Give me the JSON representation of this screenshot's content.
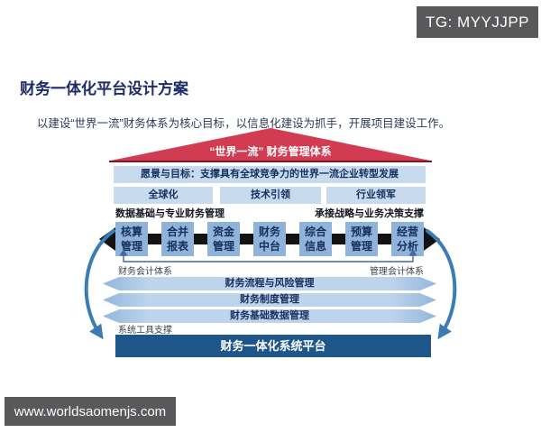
{
  "header": {
    "tg_label": "TG: MYYJJPP"
  },
  "page": {
    "title": "财务一体化平台设计方案",
    "subtitle": "以建设“世界一流”财务体系为核心目标，以信息化建设为抓手，开展项目建设工作。"
  },
  "diagram": {
    "roof_label": "“世界一流” 财务管理体系",
    "vision_bar": "愿景与目标：支撑具有全球竞争力的世界一流企业转型发展",
    "pillars": [
      {
        "label": "全球化"
      },
      {
        "label": "技术引领"
      },
      {
        "label": "行业领军"
      }
    ],
    "left_section_label": "数据基础与专业财务管理",
    "right_section_label": "承接战略与业务决策支撑",
    "modules": [
      {
        "label": "核算管理"
      },
      {
        "label": "合并报表"
      },
      {
        "label": "资金管理"
      },
      {
        "label": "财务中台"
      },
      {
        "label": "综合信息"
      },
      {
        "label": "预算管理"
      },
      {
        "label": "经营分析"
      }
    ],
    "left_bracket_label": "财务会计体系",
    "right_bracket_label": "管理会计体系",
    "process_bars": [
      {
        "label": "财务流程与风险管理"
      },
      {
        "label": "财务制度管理"
      },
      {
        "label": "财务基础数据管理"
      }
    ],
    "tools_label": "系统工具支撑",
    "platform_bar": "财务一体化系统平台"
  },
  "footer": {
    "url": "www.worldsaomenjs.com"
  },
  "colors": {
    "roof_red": "#d23c52",
    "roof_base_dark_red": "#7d1826",
    "light_blue_bar": "#c7daee",
    "module_blue": "#8fb3d9",
    "connector_black": "#131313",
    "platform_dark_blue": "#1e5689",
    "curve_arrow_blue": "#3c7cb6",
    "navy_text": "#16305e",
    "title_navy": "#1d2b66",
    "watermark_gray": "#59595b"
  }
}
